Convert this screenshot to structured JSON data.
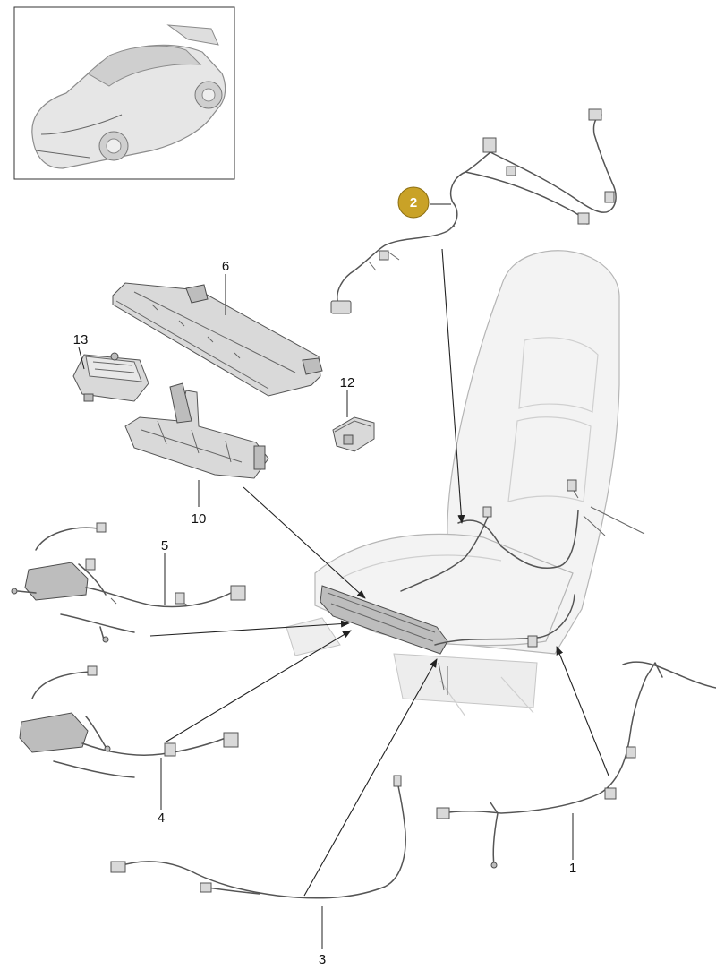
{
  "diagram": {
    "callouts": [
      {
        "id": "1",
        "label": "1",
        "highlighted": false
      },
      {
        "id": "2",
        "label": "2",
        "highlighted": true
      },
      {
        "id": "3",
        "label": "3",
        "highlighted": false
      },
      {
        "id": "4",
        "label": "4",
        "highlighted": false
      },
      {
        "id": "5",
        "label": "5",
        "highlighted": false
      },
      {
        "id": "6",
        "label": "6",
        "highlighted": false
      },
      {
        "id": "10",
        "label": "10",
        "highlighted": false
      },
      {
        "id": "12",
        "label": "12",
        "highlighted": false
      },
      {
        "id": "13",
        "label": "13",
        "highlighted": false
      }
    ],
    "colors": {
      "highlight_fill": "#c9a227",
      "highlight_stroke": "#8a6d12",
      "highlight_text": "#ffffff",
      "line": "#222222",
      "part": "#d9d9d9",
      "seat": "#f3f3f3"
    }
  }
}
